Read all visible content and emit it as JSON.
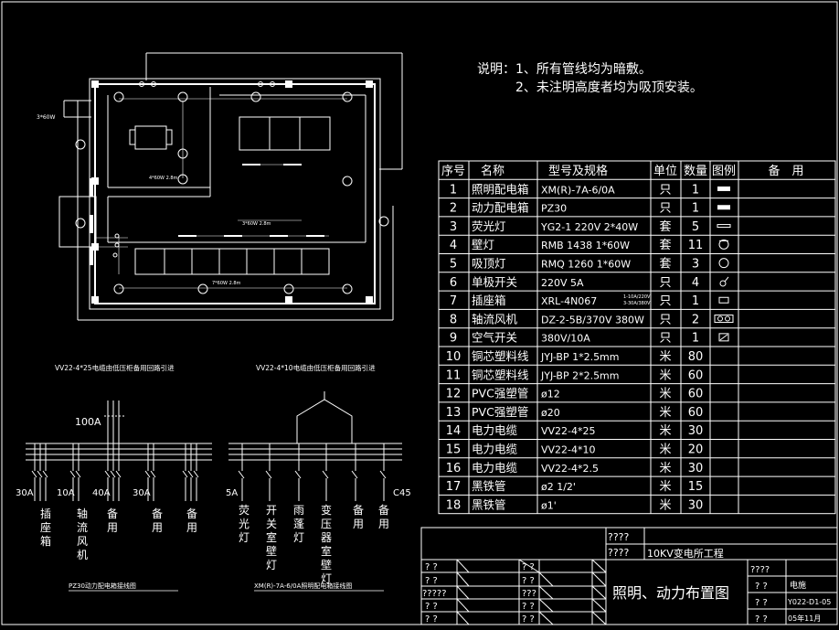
{
  "notes": {
    "line1": "说明：1、所有管线均为暗敷。",
    "line2": "2、未注明高度者均为吸顶安装。"
  },
  "plan": {
    "fixture_labels": [
      "3*60W",
      "4*60W 2.8m",
      "3*60W 2.8m",
      "7*60W 2.8m"
    ]
  },
  "captions": {
    "cable_left": "VV22-4*25电缆由低压柜备用回路引进",
    "cable_right": "VV22-4*10电缆由低压柜备用回路引进",
    "pz30_title": "PZ30动力配电箱接线图",
    "xm_title": "XM(R)-7A-6/0A照明配电箱接线图"
  },
  "pz30": {
    "main": "100A",
    "breakers": [
      "30A",
      "10A",
      "40A",
      "30A"
    ],
    "loads": [
      "插座箱",
      "轴流风机",
      "备用",
      "备用",
      "备用"
    ]
  },
  "xm": {
    "breakers": [
      "5A",
      "C45"
    ],
    "loads": [
      "荧光灯",
      "开关室壁灯",
      "雨蓬灯",
      "变压器室壁灯",
      "备用",
      "备用"
    ]
  },
  "table": {
    "headers": [
      "序号",
      "名称",
      "型号及规格",
      "单位",
      "数量",
      "图例",
      "备　用"
    ],
    "rows": [
      {
        "no": "1",
        "name": "照明配电箱",
        "spec": "XM(R)-7A-6/0A",
        "unit": "只",
        "qty": "1",
        "sym": "filled-rect"
      },
      {
        "no": "2",
        "name": "动力配电箱",
        "spec": "PZ30",
        "unit": "只",
        "qty": "1",
        "sym": "filled-rect"
      },
      {
        "no": "3",
        "name": "荧光灯",
        "spec": "YG2-1 220V 2*40W",
        "unit": "套",
        "qty": "5",
        "sym": "line"
      },
      {
        "no": "4",
        "name": "壁灯",
        "spec": "RMB 1438 1*60W",
        "unit": "套",
        "qty": "11",
        "sym": "wall-lamp"
      },
      {
        "no": "5",
        "name": "吸顶灯",
        "spec": "RMQ 1260 1*60W",
        "unit": "套",
        "qty": "3",
        "sym": "circle"
      },
      {
        "no": "6",
        "name": "单极开关",
        "spec": "220V 5A",
        "unit": "只",
        "qty": "4",
        "sym": "switch"
      },
      {
        "no": "7",
        "name": "插座箱",
        "spec": "XRL-4N067",
        "spec_sub1": "1-10A/220V",
        "spec_sub2": "3-30A/380V",
        "unit": "只",
        "qty": "1",
        "sym": "small-rect"
      },
      {
        "no": "8",
        "name": "轴流风机",
        "spec": "DZ-2-5B/370V 380W",
        "unit": "只",
        "qty": "2",
        "sym": "fan"
      },
      {
        "no": "9",
        "name": "空气开关",
        "spec": "380V/10A",
        "unit": "只",
        "qty": "1",
        "sym": "breaker"
      },
      {
        "no": "10",
        "name": "铜芯塑料线",
        "spec": "JYJ-BP 1*2.5mm",
        "unit": "米",
        "qty": "80",
        "sym": ""
      },
      {
        "no": "11",
        "name": "铜芯塑料线",
        "spec": "JYJ-BP 2*2.5mm",
        "unit": "米",
        "qty": "60",
        "sym": ""
      },
      {
        "no": "12",
        "name": "PVC强塑管",
        "spec": "ø12",
        "unit": "米",
        "qty": "60",
        "sym": ""
      },
      {
        "no": "13",
        "name": "PVC强塑管",
        "spec": "ø20",
        "unit": "米",
        "qty": "60",
        "sym": ""
      },
      {
        "no": "14",
        "name": "电力电缆",
        "spec": "VV22-4*25",
        "unit": "米",
        "qty": "30",
        "sym": ""
      },
      {
        "no": "15",
        "name": "电力电缆",
        "spec": "VV22-4*10",
        "unit": "米",
        "qty": "20",
        "sym": ""
      },
      {
        "no": "16",
        "name": "电力电缆",
        "spec": "VV22-4*2.5",
        "unit": "米",
        "qty": "30",
        "sym": ""
      },
      {
        "no": "17",
        "name": "黑铁管",
        "spec": "ø2 1/2'",
        "unit": "米",
        "qty": "15",
        "sym": ""
      },
      {
        "no": "18",
        "name": "黑铁管",
        "spec": "ø1'",
        "unit": "米",
        "qty": "30",
        "sym": ""
      }
    ]
  },
  "title_block": {
    "qqqq": "????",
    "project": "10KV变电所工程",
    "drawing_title": "照明、动力布置图",
    "qq": "? ?",
    "qqq": "???",
    "qqqqq": "?????",
    "discipline": "电施",
    "drawing_no": "Y022-D1-05",
    "date": "05年11月"
  }
}
